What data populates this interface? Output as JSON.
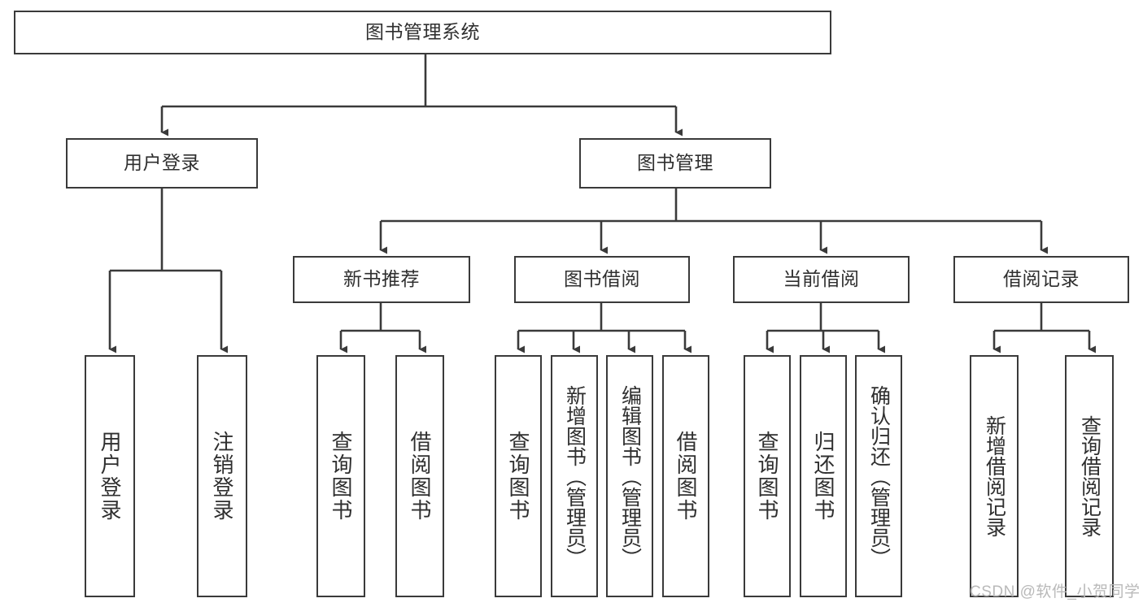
{
  "diagram": {
    "type": "tree-hierarchy-chart",
    "title": "图书管理系统",
    "orientation": "top-down",
    "colors": {
      "stroke": "#3a3a3a",
      "fill": "#ffffff",
      "text": "#2f2f2f",
      "watermark": "#b9b9b9"
    },
    "root": {
      "id": "root",
      "label": "图书管理系统"
    },
    "level2": [
      {
        "id": "user-login",
        "label": "用户登录"
      },
      {
        "id": "book-manage",
        "label": "图书管理"
      }
    ],
    "level3": [
      {
        "id": "new-book-rec",
        "label": "新书推荐",
        "parent": "book-manage"
      },
      {
        "id": "book-borrow",
        "label": "图书借阅",
        "parent": "book-manage"
      },
      {
        "id": "current-borrow",
        "label": "当前借阅",
        "parent": "book-manage"
      },
      {
        "id": "borrow-record",
        "label": "借阅记录",
        "parent": "book-manage"
      }
    ],
    "leaves": [
      {
        "id": "leaf-user-login",
        "label": "用户登录",
        "parent": "user-login"
      },
      {
        "id": "leaf-logout",
        "label": "注销登录",
        "parent": "user-login"
      },
      {
        "id": "leaf-query-book-1",
        "label": "查询图书",
        "parent": "new-book-rec"
      },
      {
        "id": "leaf-borrow-book-1",
        "label": "借阅图书",
        "parent": "new-book-rec"
      },
      {
        "id": "leaf-query-book-2",
        "label": "查询图书",
        "parent": "book-borrow"
      },
      {
        "id": "leaf-add-book",
        "label": "新增图书（管理员）",
        "parent": "book-borrow"
      },
      {
        "id": "leaf-edit-book",
        "label": "编辑图书（管理员）",
        "parent": "book-borrow"
      },
      {
        "id": "leaf-borrow-book-2",
        "label": "借阅图书",
        "parent": "book-borrow"
      },
      {
        "id": "leaf-query-book-3",
        "label": "查询图书",
        "parent": "current-borrow"
      },
      {
        "id": "leaf-return-book",
        "label": "归还图书",
        "parent": "current-borrow"
      },
      {
        "id": "leaf-confirm-return",
        "label": "确认归还（管理员）",
        "parent": "current-borrow"
      },
      {
        "id": "leaf-add-record",
        "label": "新增借阅记录",
        "parent": "borrow-record"
      },
      {
        "id": "leaf-query-record",
        "label": "查询借阅记录",
        "parent": "borrow-record"
      }
    ]
  },
  "watermark": {
    "text": "CSDN @软件_小贺同学"
  }
}
